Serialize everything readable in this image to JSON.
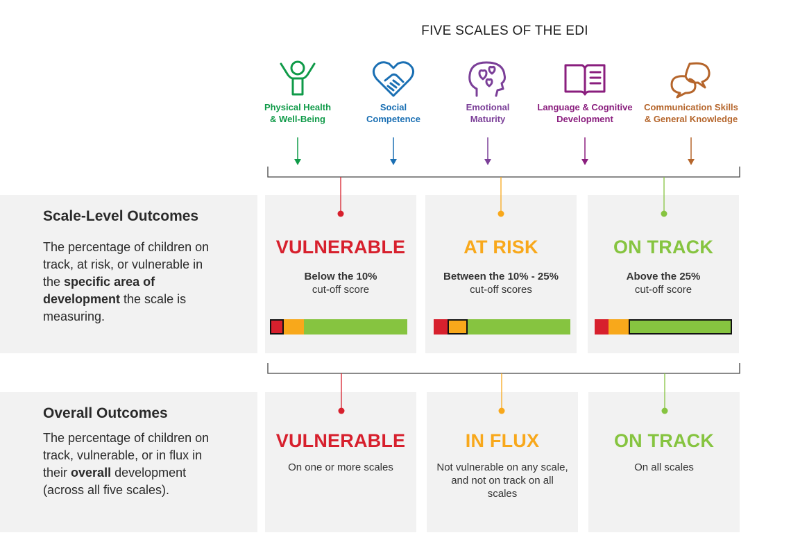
{
  "header": {
    "title": "FIVE SCALES OF THE EDI"
  },
  "scales": [
    {
      "line1": "Physical Health",
      "line2": "& Well-Being",
      "color": "#0f9a48",
      "icon": "person-cheering-icon"
    },
    {
      "line1": "Social",
      "line2": "Competence",
      "color": "#1a6fb3",
      "icon": "heart-handshake-icon"
    },
    {
      "line1": "Emotional",
      "line2": "Maturity",
      "color": "#7b3f98",
      "icon": "head-hearts-icon"
    },
    {
      "line1": "Language & Cognitive",
      "line2": "Development",
      "color": "#8a1e7e",
      "icon": "open-book-icon"
    },
    {
      "line1": "Communication Skills",
      "line2": "& General Knowledge",
      "color": "#b5652b",
      "icon": "speech-bubbles-icon"
    }
  ],
  "colors": {
    "red": "#d7202d",
    "orange": "#f8a81b",
    "green": "#86c440",
    "bracket": "#444444"
  },
  "scale_level": {
    "title": "Scale-Level Outcomes",
    "desc_parts": [
      "The percentage of children on track, at risk, or vulnerable in the ",
      "specific area of development",
      " the scale is measuring."
    ],
    "cards": [
      {
        "title": "VULNERABLE",
        "sub_bold": "Below the 10%",
        "sub": "cut-off score",
        "highlight": "red"
      },
      {
        "title": "AT RISK",
        "sub_bold": "Between the 10% - 25%",
        "sub": "cut-off scores",
        "highlight": "orange"
      },
      {
        "title": "ON TRACK",
        "sub_bold": "Above the 25%",
        "sub": "cut-off score",
        "highlight": "green"
      }
    ],
    "bar_split": {
      "red_pct": 10,
      "orange_pct": 15,
      "green_pct": 75
    }
  },
  "overall": {
    "title": "Overall Outcomes",
    "desc_parts": [
      "The percentage of children on track, vulnerable, or in flux in their ",
      "overall",
      " development (across all five scales)."
    ],
    "cards": [
      {
        "title": "VULNERABLE",
        "sub": "On one or more scales"
      },
      {
        "title": "IN FLUX",
        "sub": "Not vulnerable on any scale, and not on track on all scales"
      },
      {
        "title": "ON TRACK",
        "sub": "On all scales"
      }
    ]
  }
}
